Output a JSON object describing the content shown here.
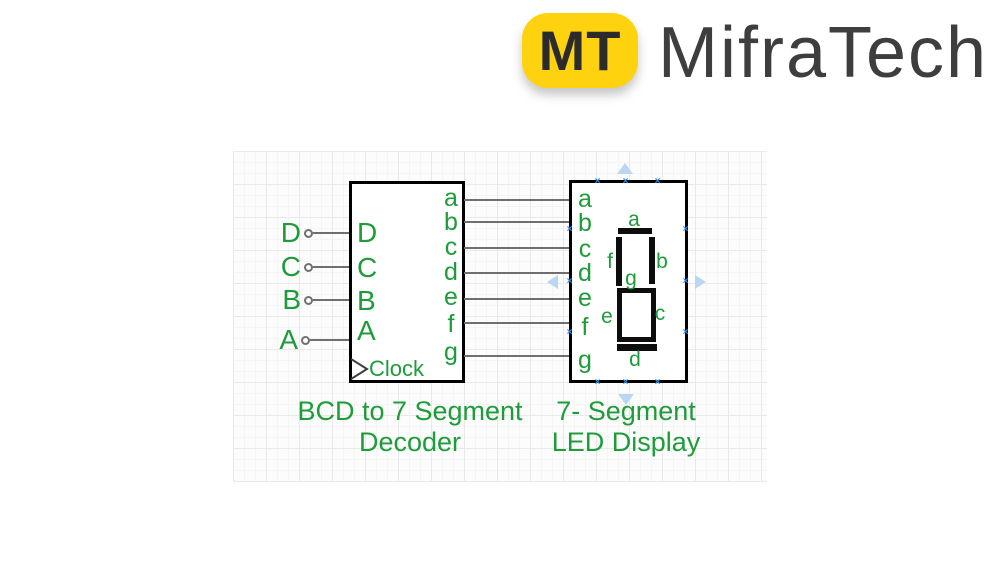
{
  "logo": {
    "badge_text": "MT",
    "brand_name": "MifraTech"
  },
  "colors": {
    "label_green": "#1e9c3a",
    "wire_gray": "#6f6f6f",
    "badge_yellow": "#ffd20f",
    "nav_arrow_blue": "#b9d7f3",
    "connection_point_blue": "#2f8fef",
    "block_border": "#000000"
  },
  "decoder": {
    "caption": [
      "BCD to 7 Segment",
      "Decoder"
    ],
    "external_inputs": [
      "D",
      "C",
      "B",
      "A"
    ],
    "port_labels": [
      "D",
      "C",
      "B",
      "A"
    ],
    "output_labels": [
      "a",
      "b",
      "c",
      "d",
      "e",
      "f",
      "g"
    ],
    "clock_label": "Clock"
  },
  "display": {
    "caption": [
      "7- Segment",
      "LED Display"
    ],
    "pin_labels": [
      "a",
      "b",
      "c",
      "d",
      "e",
      "f",
      "g"
    ],
    "segment_labels": {
      "a": "a",
      "b": "b",
      "c": "c",
      "d": "d",
      "e": "e",
      "f": "f",
      "g": "g"
    }
  },
  "ui": {
    "connection_mark": "×"
  }
}
